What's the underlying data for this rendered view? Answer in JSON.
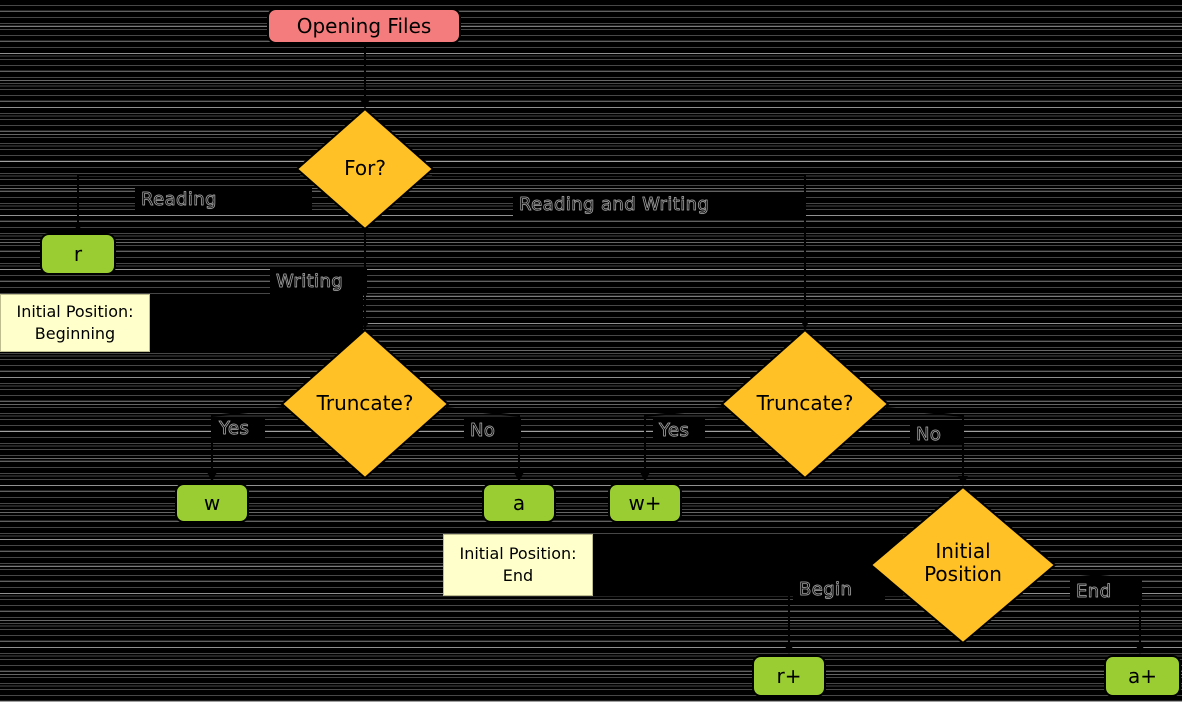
{
  "diagram": {
    "title_node": "Opening Files",
    "nodes": {
      "start": "Opening Files",
      "for_decision": "For?",
      "mode_r": "r",
      "truncate_left": "Truncate?",
      "truncate_right": "Truncate?",
      "mode_w": "w",
      "mode_a": "a",
      "mode_w_plus": "w+",
      "initial_position_line1": "Initial",
      "initial_position_line2": "Position",
      "mode_r_plus": "r+",
      "mode_a_plus": "a+"
    },
    "notes": {
      "beginning_line1": "Initial Position:",
      "beginning_line2": "Beginning",
      "end_line1": "Initial Position:",
      "end_line2": "End"
    },
    "edge_labels": {
      "reading": "Reading",
      "writing": "Writing",
      "reading_and_writing": "Reading and Writing",
      "truncate_left_yes": "Yes",
      "truncate_left_no": "No",
      "truncate_right_yes": "Yes",
      "truncate_right_no": "No",
      "begin": "Begin",
      "end": "End"
    },
    "colors": {
      "background": "#000000",
      "start_fill": "#f47c7c",
      "decision_fill": "#ffc125",
      "mode_fill": "#9acd32",
      "note_fill": "#ffffcc",
      "edge_color": "#000000"
    }
  }
}
